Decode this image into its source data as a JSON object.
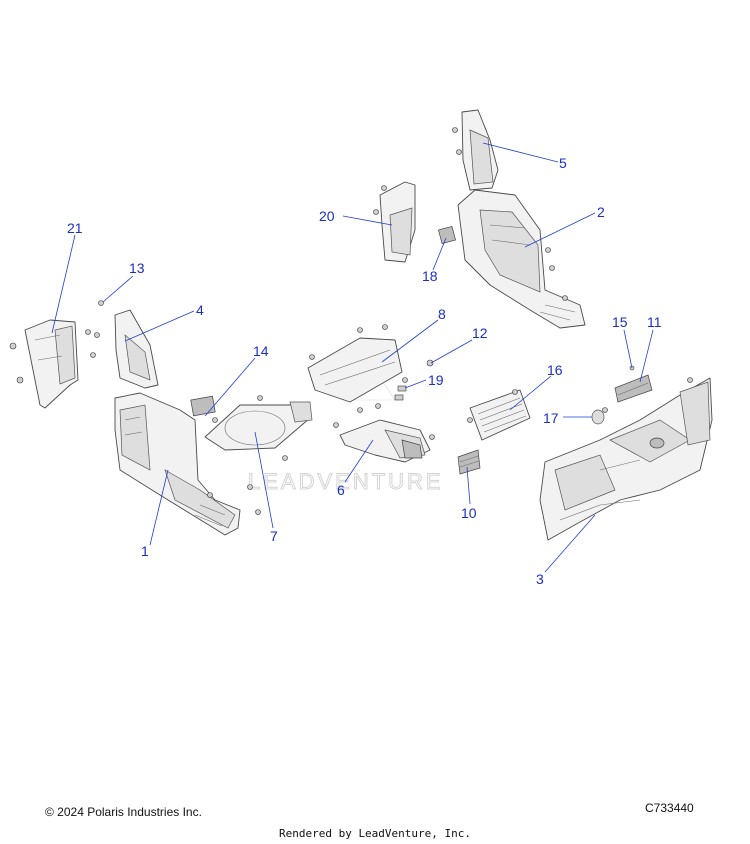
{
  "diagram": {
    "callouts": [
      "1",
      "2",
      "3",
      "4",
      "5",
      "6",
      "7",
      "8",
      "10",
      "11",
      "12",
      "13",
      "14",
      "15",
      "16",
      "17",
      "18",
      "19",
      "20",
      "21"
    ],
    "watermark_text": "LEADVENTURE"
  },
  "footer": {
    "copyright": "© 2024 Polaris Industries Inc.",
    "diagram_id": "C733440",
    "rendered_by": "Rendered by LeadVenture, Inc."
  },
  "colors": {
    "callout": "#1a2fc4",
    "leader": "#1f3fd6",
    "part_fill": "#f2f2f2",
    "part_stroke": "#4a4a4a"
  }
}
